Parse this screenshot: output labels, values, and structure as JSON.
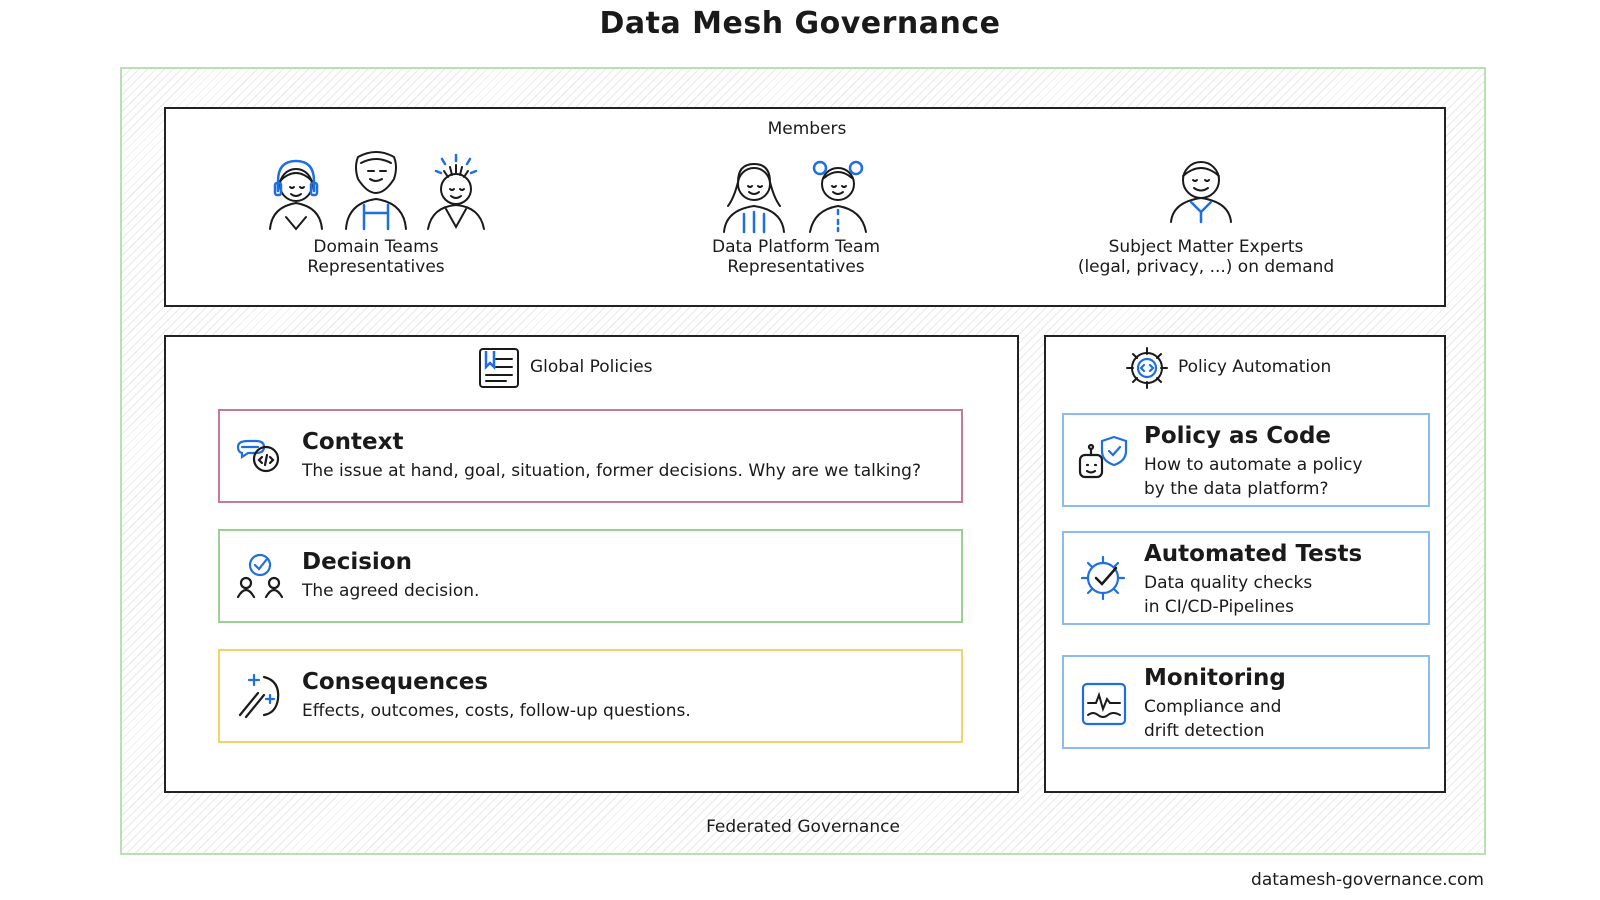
{
  "title": "Data Mesh Governance",
  "outer_label": "Federated Governance",
  "site": "datamesh-governance.com",
  "colors": {
    "outer_border": "#b9dfb3",
    "context": "#c8789e",
    "decision": "#9ccf93",
    "consequences": "#f2d36b",
    "automation_card": "#8dbbee",
    "icon_accent": "#1f6fe0"
  },
  "members": {
    "heading": "Members",
    "groups": [
      {
        "line1": "Domain Teams",
        "line2": "Representatives"
      },
      {
        "line1": "Data Platform Team",
        "line2": "Representatives"
      },
      {
        "line1": "Subject Matter Experts",
        "line2": "(legal, privacy, ...) on demand"
      }
    ]
  },
  "global_policies": {
    "heading": "Global Policies",
    "cards": [
      {
        "title": "Context",
        "desc": "The issue at hand, goal, situation, former decisions. Why are we talking?",
        "icon": "chat-code-icon"
      },
      {
        "title": "Decision",
        "desc": "The agreed decision.",
        "icon": "team-check-icon"
      },
      {
        "title": "Consequences",
        "desc": "Effects, outcomes, costs, follow-up questions.",
        "icon": "magic-wand-icon"
      }
    ]
  },
  "policy_automation": {
    "heading": "Policy Automation",
    "cards": [
      {
        "title": "Policy as Code",
        "line1": "How to automate a policy",
        "line2": "by the data platform?",
        "icon": "robot-shield-icon"
      },
      {
        "title": "Automated Tests",
        "line1": "Data quality checks",
        "line2": "in CI/CD-Pipelines",
        "icon": "gear-check-icon"
      },
      {
        "title": "Monitoring",
        "line1": "Compliance and",
        "line2": "drift detection",
        "icon": "monitor-wave-icon"
      }
    ]
  }
}
